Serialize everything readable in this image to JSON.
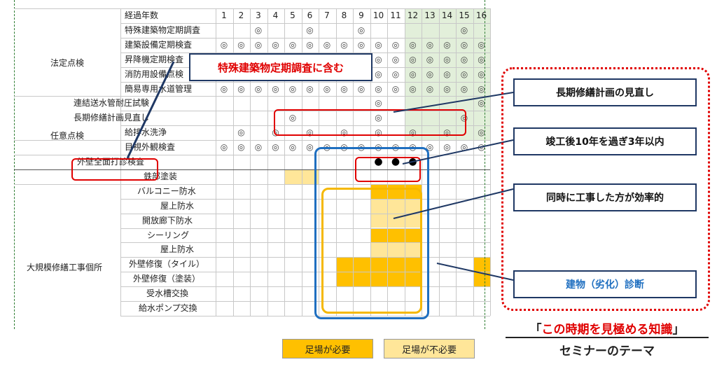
{
  "years": [
    "1",
    "2",
    "3",
    "4",
    "5",
    "6",
    "7",
    "8",
    "9",
    "10",
    "11",
    "12",
    "13",
    "14",
    "15",
    "16"
  ],
  "header_label": "経過年数",
  "groups": [
    {
      "label": "法定点検"
    },
    {
      "label": "任意点検"
    },
    {
      "label": "大規模修繕工事個所"
    }
  ],
  "rows": [
    {
      "label": "特殊建築物定期調査",
      "marks": [
        3,
        6,
        9,
        15
      ]
    },
    {
      "label": "建築設備定期検査",
      "marks": [
        1,
        2,
        3,
        4,
        5,
        6,
        7,
        8,
        9,
        10,
        11,
        12,
        13,
        14,
        15,
        16
      ]
    },
    {
      "label": "昇降機定期検査",
      "marks": [
        10,
        11,
        12,
        13,
        14,
        15,
        16
      ]
    },
    {
      "label": "消防用設備点検",
      "marks": [
        10,
        11,
        12,
        13,
        14,
        15,
        16
      ]
    },
    {
      "label": "簡易専用水道管理",
      "marks": [
        1,
        2,
        3,
        4,
        5,
        6,
        7,
        8,
        9,
        10,
        11,
        12,
        13,
        14,
        15,
        16
      ]
    },
    {
      "label": "連結送水管耐圧試験",
      "marks": [
        10,
        16
      ]
    },
    {
      "label": "長期修繕計画見直し",
      "marks": [
        5,
        10,
        15
      ]
    },
    {
      "label": "給排水洗浄",
      "marks": [
        2,
        4,
        6,
        8,
        10,
        12,
        14,
        16
      ]
    },
    {
      "label": "目視外観検査",
      "marks": [
        1,
        2,
        3,
        4,
        5,
        6,
        7,
        8,
        9,
        10,
        11,
        12,
        13,
        14,
        15,
        16
      ]
    },
    {
      "label": "外壁全面打診検査",
      "marks": []
    },
    {
      "label": "鉄部塗装",
      "marks": []
    },
    {
      "label": "バルコニー防水",
      "marks": []
    },
    {
      "label": "屋上防水",
      "marks": []
    },
    {
      "label": "開放廊下防水",
      "marks": []
    },
    {
      "label": "シーリング",
      "marks": []
    },
    {
      "label": "屋上防水",
      "marks": []
    },
    {
      "label": "外壁修復（タイル）",
      "marks": []
    },
    {
      "label": "外壁修復（塗装）",
      "marks": []
    },
    {
      "label": "受水槽交換",
      "marks": []
    },
    {
      "label": "給水ポンプ交換",
      "marks": []
    }
  ],
  "mark_symbol": "◎",
  "dot_symbol": "●",
  "callouts": {
    "included": "特殊建築物定期調査に含む",
    "review": "長期修繕計画の見直し",
    "within3": "竣工後10年を過ぎ3年以内",
    "efficient": "同時に工事した方が効率的",
    "diagnosis": "建物（劣化）診断"
  },
  "legend": {
    "needed": "足場が必要",
    "not_needed": "足場が不必要"
  },
  "seminar": {
    "open": "「",
    "highlight": "この時期を見極める知識",
    "close": "」",
    "subtitle": "セミナーのテーマ"
  },
  "colors": {
    "scaffold_needed": "#ffc000",
    "scaffold_not_needed": "#ffe699",
    "shade_green": "#e2efda",
    "red": "#e00000",
    "blue": "#1f6fc0",
    "navy": "#1f3864",
    "orange_frame": "#f5b800"
  }
}
